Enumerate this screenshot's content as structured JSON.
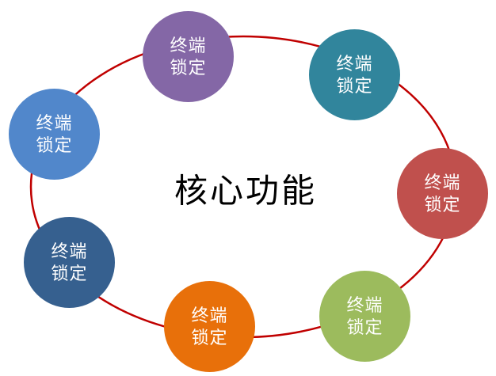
{
  "diagram": {
    "title": "核心功能",
    "title_color": "#000000",
    "background_color": "#FFFFFF",
    "ring_color": "#C00000",
    "node_text_color": "#FFFFFF",
    "nodes": [
      {
        "position": "top",
        "label": "终端\n锁定",
        "color": "#8467A6"
      },
      {
        "position": "top-right",
        "label": "终端\n锁定",
        "color": "#31859C"
      },
      {
        "position": "right",
        "label": "终端\n锁定",
        "color": "#C0504D"
      },
      {
        "position": "bottom-right",
        "label": "终端\n锁定",
        "color": "#9CBB5D"
      },
      {
        "position": "bottom",
        "label": "终端\n锁定",
        "color": "#E8700A"
      },
      {
        "position": "bottom-left",
        "label": "终端\n锁定",
        "color": "#36608F"
      },
      {
        "position": "left",
        "label": "终端\n锁定",
        "color": "#5187CB"
      }
    ]
  }
}
